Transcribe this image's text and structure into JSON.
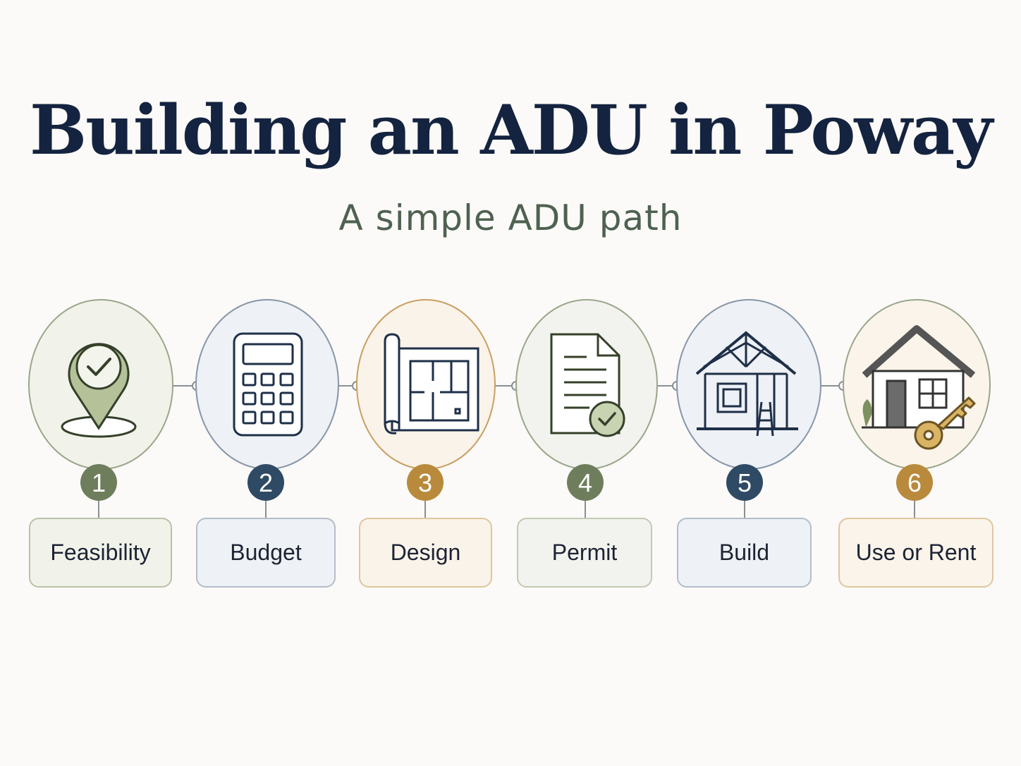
{
  "title": "Building an ADU in Poway",
  "subtitle": "A simple ADU path",
  "colors": {
    "green": "#6e7e5d",
    "navy": "#2f4a64",
    "gold": "#b98a3c",
    "title": "#14233f",
    "subtitle": "#4f6151"
  },
  "steps": [
    {
      "number": "1",
      "label": "Feasibility",
      "icon": "location-pin-check-icon",
      "color": "green"
    },
    {
      "number": "2",
      "label": "Budget",
      "icon": "calculator-icon",
      "color": "navy"
    },
    {
      "number": "3",
      "label": "Design",
      "icon": "floor-plan-icon",
      "color": "gold"
    },
    {
      "number": "4",
      "label": "Permit",
      "icon": "document-check-icon",
      "color": "green"
    },
    {
      "number": "5",
      "label": "Build",
      "icon": "house-frame-icon",
      "color": "navy"
    },
    {
      "number": "6",
      "label": "Use or Rent",
      "icon": "house-key-icon",
      "color": "gold"
    }
  ]
}
